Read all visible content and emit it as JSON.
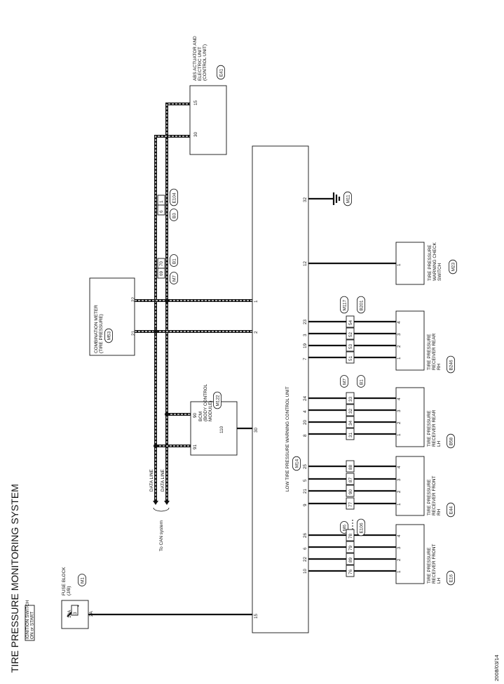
{
  "title": "TIRE PRESSURE MONITORING SYSTEM",
  "date": "2008/03/14",
  "ignition_label": [
    "IGNITION SWITCH",
    "ON or START"
  ],
  "fuse": {
    "label": [
      "FUSE BLOCK",
      "(J/B)"
    ],
    "connector": "M1",
    "rating": "10A",
    "number": "3",
    "terminal": "2A"
  },
  "control_unit": {
    "label": "LOW TIRE PRESSURE WARNING CONTROL UNIT",
    "connector": "M14"
  },
  "abs": {
    "label": [
      "ABS ACTUATOR AND",
      "ELECTRIC UNIT",
      "(CONTROL UNIT)"
    ],
    "connector": "E41",
    "pin_a": "15",
    "pin_b": "30"
  },
  "meter": {
    "label": [
      "COMBINATION METER",
      "(TIRE PRESSURE)"
    ],
    "connector": "M53",
    "pin_a": "22",
    "pin_b": "21"
  },
  "bcm": {
    "label": [
      "BCM",
      "(BODY CONTROL",
      "MODULE)"
    ],
    "connector": "M122",
    "pins": [
      "90",
      "91",
      "110"
    ]
  },
  "data_line": "DATA LINE",
  "can_label": "To CAN system",
  "joint_b3": {
    "pins": [
      "1",
      "6"
    ],
    "conn_a": "B3",
    "conn_b": "E104"
  },
  "joint_m7": {
    "pins": [
      "70",
      "69"
    ],
    "conn_a": "M7",
    "conn_b": "B1"
  },
  "ground": {
    "pin": "32",
    "connector": "M11"
  },
  "unit_pins": [
    "1",
    "2",
    "30",
    "15",
    "12"
  ],
  "check_switch": {
    "label": [
      "TIRE PRESSURE",
      "WARNING CHECK",
      "SWITCH"
    ],
    "connector": "M23",
    "pin": "1",
    "unit_pin": "12"
  },
  "receivers": [
    {
      "label": [
        "TIRE PRESSURE",
        "RECEIVER REAR",
        "RH"
      ],
      "connector": "B246",
      "unit_pins": [
        "23",
        "3",
        "19",
        "7"
      ],
      "joint_pins": [
        "54",
        "52",
        "53",
        "51"
      ],
      "joint_conn": [
        "M117",
        "B201"
      ],
      "rx_pins": [
        "4",
        "3",
        "2",
        "1"
      ],
      "dotted": false
    },
    {
      "label": [
        "TIRE PRESSURE",
        "RECEIVER REAR",
        "LH"
      ],
      "connector": "B58",
      "unit_pins": [
        "24",
        "4",
        "20",
        "8"
      ],
      "joint_pins": [
        "33",
        "32",
        "34",
        "31"
      ],
      "joint_conn": [
        "M7",
        "B1"
      ],
      "rx_pins": [
        "4",
        "3",
        "2",
        "1"
      ],
      "dotted": false
    },
    {
      "label": [
        "TIRE PRESSURE",
        "RECEIVER FRONT",
        "RH"
      ],
      "connector": "E44",
      "unit_pins": [
        "25",
        "5",
        "21",
        "9"
      ],
      "joint_pins": [
        "88",
        "87",
        "90",
        "77"
      ],
      "joint_conn": [
        "M6",
        "E106"
      ],
      "rx_pins": [
        "4",
        "3",
        "2",
        "1"
      ],
      "dotted": true
    },
    {
      "label": [
        "TIRE PRESSURE",
        "RECEIVER FRONT",
        "LH"
      ],
      "connector": "E16",
      "unit_pins": [
        "26",
        "6",
        "22",
        "10"
      ],
      "joint_pins": [
        "78",
        "79",
        "89",
        "76"
      ],
      "joint_conn": [],
      "rx_pins": [
        "4",
        "3",
        "2",
        "1"
      ],
      "dotted": false
    }
  ]
}
